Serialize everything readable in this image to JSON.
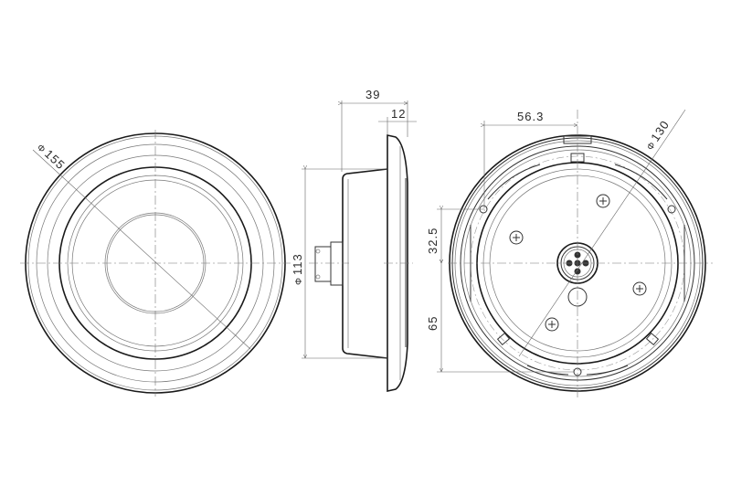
{
  "drawing": {
    "type": "technical-dimension-drawing",
    "units": "mm",
    "views": {
      "front": {
        "label": "front-view",
        "diameter_label": "Φ155",
        "diameter_symbol": "Φ",
        "diameter_value": "155"
      },
      "side": {
        "label": "side-view",
        "depth_total": "39",
        "flange_depth": "12",
        "body_diameter_symbol": "Φ",
        "body_diameter_value": "113"
      },
      "back": {
        "label": "rear-view",
        "diameter_symbol": "Φ",
        "diameter_value": "130",
        "horizontal_offset": "56.3",
        "upper_offset": "32.5",
        "lower_offset": "65"
      }
    }
  }
}
